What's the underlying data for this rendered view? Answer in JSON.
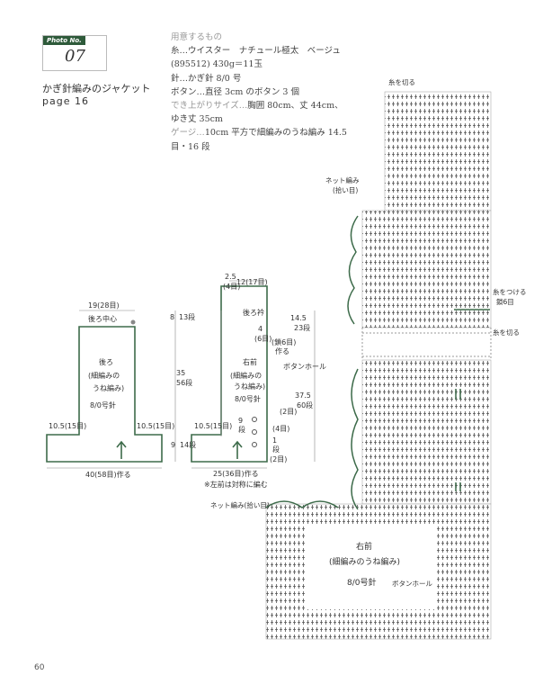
{
  "badge": {
    "label": "Photo No.",
    "number": "07"
  },
  "title": "かぎ針編みのジャケット",
  "page_ref": "page 16",
  "specs": {
    "heading": "用意するもの",
    "lines": [
      "糸…ウイスター　ナチュール極太　ベージュ",
      "(895512) 430g＝11玉",
      "針…かぎ針 8/0 号",
      "ボタン…直径 3cm のボタン 3 個"
    ],
    "size_label": "でき上がりサイズ…",
    "size_value": "胸囲 80cm、丈 44cm、",
    "size_value2": "ゆき丈 35cm",
    "gauge_label": "ゲージ…",
    "gauge_value": "10cm 平方で細編みのうね編み 14.5",
    "gauge_value2": "目・16 段"
  },
  "back": {
    "top_width": "19(28目)",
    "center": "後ろ中心",
    "name": "後ろ",
    "stitch": "(細編みの",
    "stitch2": "うね編み)",
    "needle": "8/0号針",
    "left_side": "10.5(15目)",
    "right_side": "10.5(15目)",
    "bottom": "40(58目)作る",
    "h_top": "8",
    "h_top_rows": "13段",
    "h_mid": "35",
    "h_mid_rows": "56段",
    "h_bot": "9",
    "h_bot_rows": "14段"
  },
  "front": {
    "top_a": "2.5",
    "top_a_sts": "(4目)",
    "top_b": "12(17目)",
    "back_neck": "後ろ衿",
    "inc_a": "4",
    "inc_a_sts": "(6目)",
    "inc_b": "(鎖6目)",
    "inc_b2": "作る",
    "name": "右前",
    "stitch": "(細編みの",
    "stitch2": "うね編み)",
    "needle": "8/0号針",
    "buttonhole": "ボタンホール",
    "buttonhole_n": "(2目)",
    "side": "10.5(15目)",
    "bottom": "25(36目)作る",
    "note": "※左前は対称に編む",
    "r_top": "14.5",
    "r_top_rows": "23段",
    "r_mid": "37.5",
    "r_mid_rows": "60段",
    "bh1": "9",
    "bh1_rows": "段",
    "bh2": "(4目)",
    "bh3": "1",
    "bh3_rows": "段",
    "bh4": "(2目)"
  },
  "chart": {
    "yarn_cut_top": "糸を切る",
    "net": "ネット編み",
    "net_pick": "(拾い目)",
    "yarn_attach": "糸をつける",
    "chain6": "鎖6目",
    "yarn_cut": "糸を切る",
    "net_bottom": "ネット編み(拾い目)",
    "name": "右前",
    "stitch": "(細編みのうね編み)",
    "needle": "8/0号針",
    "buttonhole": "ボタンホール"
  },
  "page_number": "60"
}
